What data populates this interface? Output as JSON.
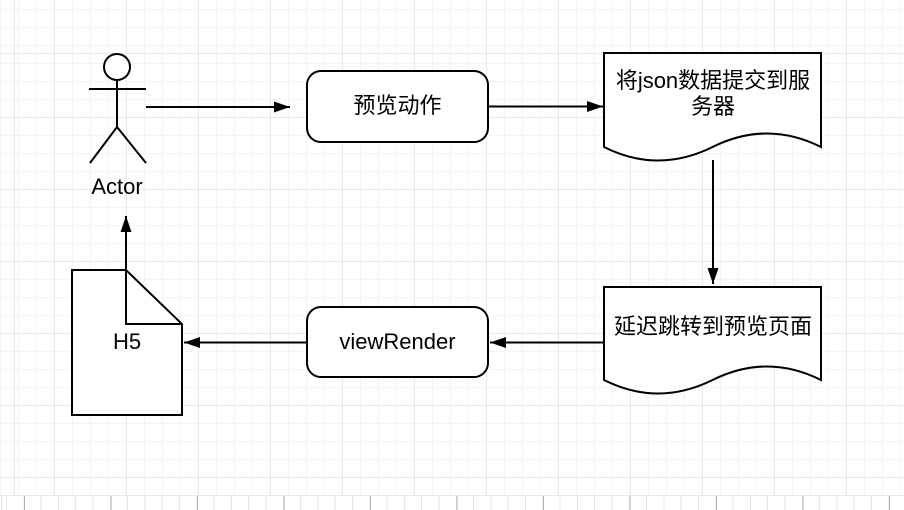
{
  "diagram": {
    "title_hint": "preview flow diagram on gridded drawing canvas",
    "nodes": {
      "actor": {
        "label": "Actor",
        "shape": "stick-figure"
      },
      "preview_action": {
        "label": "预览动作",
        "shape": "rounded-rectangle"
      },
      "submit_json": {
        "label": "将json数据提交到服务器",
        "shape": "document"
      },
      "delay_redirect": {
        "label": "延迟跳转到预览页面",
        "shape": "document"
      },
      "view_render": {
        "label": "viewRender",
        "shape": "rounded-rectangle"
      },
      "h5": {
        "label": "H5",
        "shape": "note"
      }
    },
    "edges": [
      {
        "from": "actor",
        "to": "preview_action"
      },
      {
        "from": "preview_action",
        "to": "submit_json"
      },
      {
        "from": "submit_json",
        "to": "delay_redirect"
      },
      {
        "from": "delay_redirect",
        "to": "view_render"
      },
      {
        "from": "view_render",
        "to": "h5"
      },
      {
        "from": "h5",
        "to": "actor"
      }
    ],
    "colors": {
      "shape_stroke": "#000000",
      "shape_fill": "#ffffff",
      "canvas_background": "#ffffff",
      "grid_minor": "#f4f4f4",
      "grid_major": "#e8e8e8",
      "ruler_tick": "#b0b0b0"
    }
  }
}
